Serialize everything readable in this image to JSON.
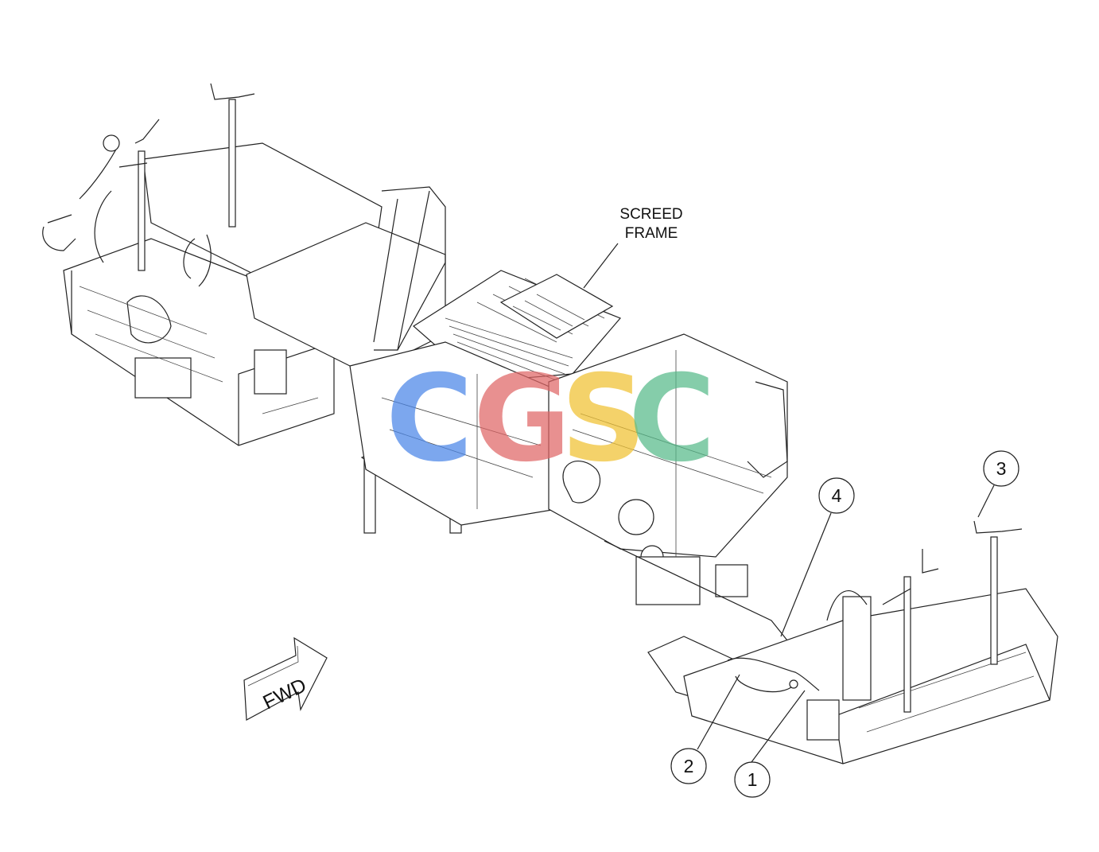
{
  "labels": {
    "screed_frame_line1": "SCREED",
    "screed_frame_line2": "FRAME",
    "fwd": "FWD"
  },
  "callouts": [
    "1",
    "2",
    "3",
    "4"
  ],
  "watermark": {
    "letters": [
      "C",
      "G",
      "S",
      "C"
    ],
    "colors": [
      "#4a86e8",
      "#e06666",
      "#f1c232",
      "#57bb8a"
    ]
  }
}
